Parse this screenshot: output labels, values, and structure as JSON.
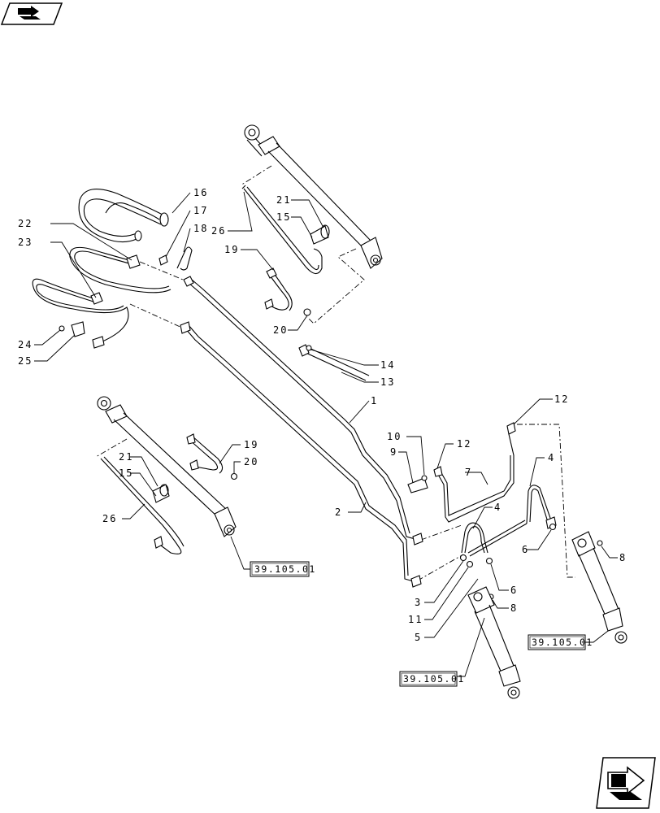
{
  "callouts": [
    {
      "id": "c1",
      "text": "1"
    },
    {
      "id": "c2",
      "text": "2"
    },
    {
      "id": "c3",
      "text": "3"
    },
    {
      "id": "c4a",
      "text": "4"
    },
    {
      "id": "c4b",
      "text": "4"
    },
    {
      "id": "c5",
      "text": "5"
    },
    {
      "id": "c6a",
      "text": "6"
    },
    {
      "id": "c6b",
      "text": "6"
    },
    {
      "id": "c7",
      "text": "7"
    },
    {
      "id": "c8a",
      "text": "8"
    },
    {
      "id": "c8b",
      "text": "8"
    },
    {
      "id": "c9",
      "text": "9"
    },
    {
      "id": "c10",
      "text": "10"
    },
    {
      "id": "c11",
      "text": "11"
    },
    {
      "id": "c12a",
      "text": "12"
    },
    {
      "id": "c12b",
      "text": "12"
    },
    {
      "id": "c13",
      "text": "13"
    },
    {
      "id": "c14",
      "text": "14"
    },
    {
      "id": "c15a",
      "text": "15"
    },
    {
      "id": "c15b",
      "text": "15"
    },
    {
      "id": "c16",
      "text": "16"
    },
    {
      "id": "c17",
      "text": "17"
    },
    {
      "id": "c18",
      "text": "18"
    },
    {
      "id": "c19a",
      "text": "19"
    },
    {
      "id": "c19b",
      "text": "19"
    },
    {
      "id": "c20a",
      "text": "20"
    },
    {
      "id": "c20b",
      "text": "20"
    },
    {
      "id": "c21a",
      "text": "21"
    },
    {
      "id": "c21b",
      "text": "21"
    },
    {
      "id": "c22",
      "text": "22"
    },
    {
      "id": "c23",
      "text": "23"
    },
    {
      "id": "c24",
      "text": "24"
    },
    {
      "id": "c25",
      "text": "25"
    },
    {
      "id": "c26a",
      "text": "26"
    },
    {
      "id": "c26b",
      "text": "26"
    }
  ],
  "references": {
    "ref_left": "39.105.01",
    "ref_center": "39.105.01",
    "ref_right": "39.105.01"
  },
  "icons": {
    "top_left": "previous-page-icon",
    "bottom_right": "next-page-icon"
  }
}
